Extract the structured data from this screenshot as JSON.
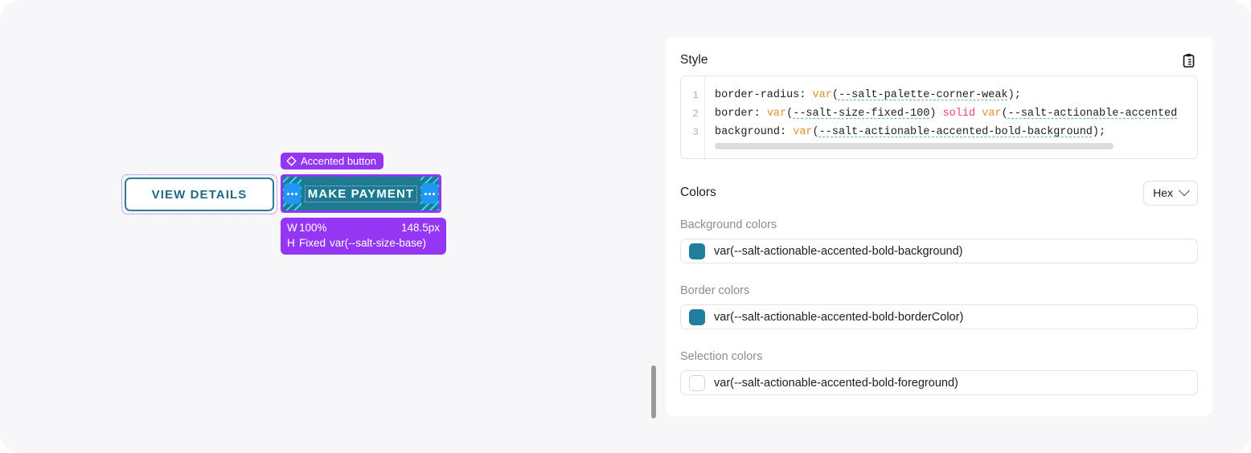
{
  "canvas": {
    "secondary_button": {
      "label": "VIEW DETAILS"
    },
    "selected_component": {
      "badge_label": "Accented button",
      "badge_icon": "diamond-component-icon",
      "button_label": "MAKE PAYMENT",
      "handle_glyph": "ellipsis-icon",
      "size_tip": {
        "width_axis": "W",
        "width_mode": "100%",
        "width_value": "148.5px",
        "height_axis": "H",
        "height_mode": "Fixed",
        "height_value": "var(--salt-size-base)"
      }
    }
  },
  "panel": {
    "title": "Style",
    "copy_icon": "clipboard-icon",
    "code": {
      "line_numbers": [
        "1",
        "2",
        "3"
      ],
      "lines": [
        {
          "number": "1",
          "tokens": [
            {
              "text": "border-radius: ",
              "type": "plain"
            },
            {
              "text": "var",
              "type": "fn"
            },
            {
              "text": "(",
              "type": "plain"
            },
            {
              "text": "--salt-palette-corner-weak",
              "type": "var"
            },
            {
              "text": ");",
              "type": "plain"
            }
          ]
        },
        {
          "number": "2",
          "tokens": [
            {
              "text": "border: ",
              "type": "plain"
            },
            {
              "text": "var",
              "type": "fn"
            },
            {
              "text": "(",
              "type": "plain"
            },
            {
              "text": "--salt-size-fixed-100",
              "type": "var"
            },
            {
              "text": ") ",
              "type": "plain"
            },
            {
              "text": "solid",
              "type": "kw"
            },
            {
              "text": " ",
              "type": "plain"
            },
            {
              "text": "var",
              "type": "fn"
            },
            {
              "text": "(",
              "type": "plain"
            },
            {
              "text": "--salt-actionable-accented",
              "type": "var"
            }
          ]
        },
        {
          "number": "3",
          "tokens": [
            {
              "text": "background: ",
              "type": "plain"
            },
            {
              "text": "var",
              "type": "fn"
            },
            {
              "text": "(",
              "type": "plain"
            },
            {
              "text": "--salt-actionable-accented-bold-background",
              "type": "var"
            },
            {
              "text": ");",
              "type": "plain"
            }
          ]
        }
      ]
    },
    "colors": {
      "title": "Colors",
      "format_value": "Hex",
      "groups": [
        {
          "label": "Background colors",
          "swatch_color": "#1f7f9c",
          "value": "var(--salt-actionable-accented-bold-background)"
        },
        {
          "label": "Border colors",
          "swatch_color": "#1f7f9c",
          "value": "var(--salt-actionable-accented-bold-borderColor)"
        },
        {
          "label": "Selection colors",
          "swatch_color": "#ffffff",
          "value": "var(--salt-actionable-accented-bold-foreground)"
        }
      ]
    }
  },
  "theme": {
    "accent_teal": "#1b7c91",
    "selection_purple": "#9437f5",
    "handle_blue": "#2196f3",
    "canvas_bg": "#f7f7f9"
  }
}
